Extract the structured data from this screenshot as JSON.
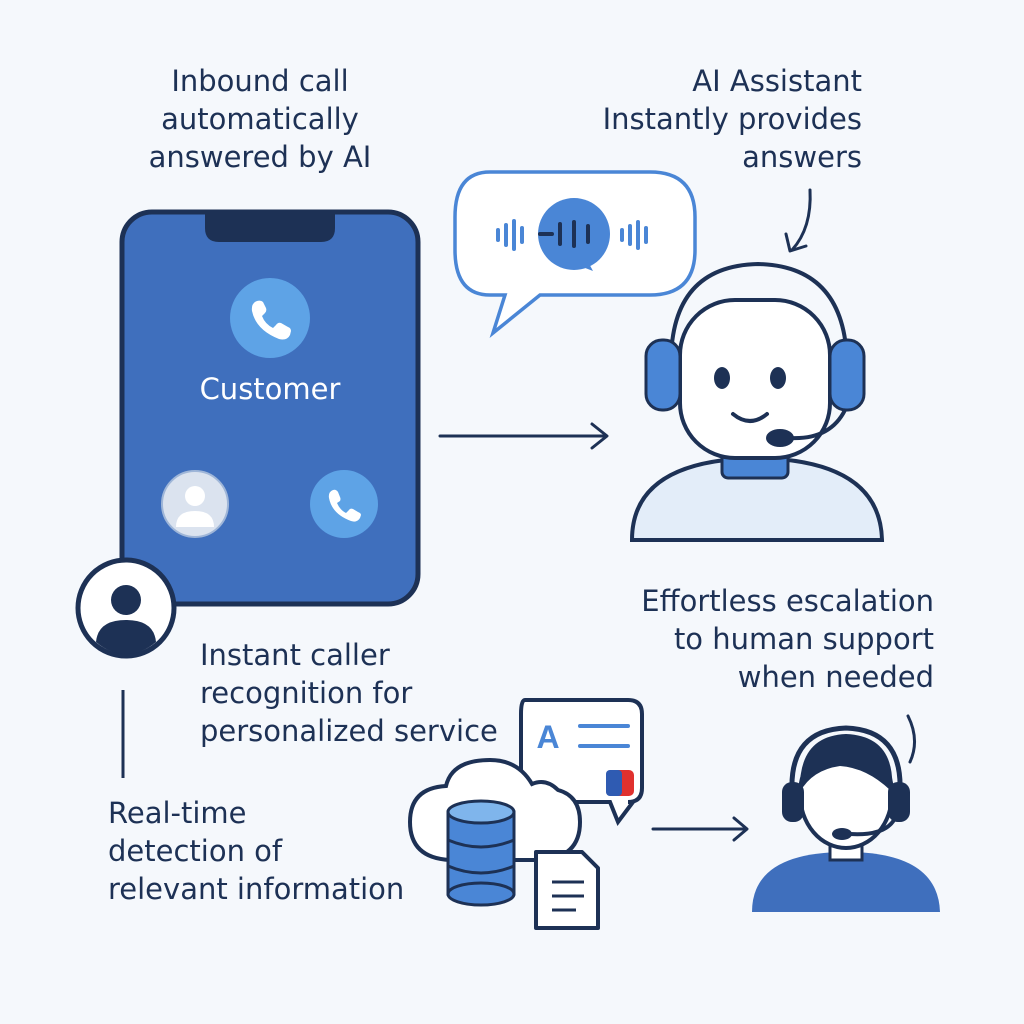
{
  "captions": {
    "inbound": [
      "Inbound call",
      "automatically",
      "answered by AI"
    ],
    "assistant": [
      "AI Assistant",
      "Instantly provides",
      "answers"
    ],
    "escalation": [
      "Effortless escalation",
      "to human support",
      "when needed"
    ],
    "recognition": [
      "Instant caller",
      "recognition for",
      "personalized service"
    ],
    "detection": [
      "Real-time",
      "detection of",
      "relevant information"
    ]
  },
  "phone": {
    "caller_label": "Customer"
  },
  "document": {
    "letter": "A"
  },
  "colors": {
    "background": "#f5f8fc",
    "navy": "#1d3155",
    "phone_blue": "#3f6fbd",
    "light_blue": "#5ea3e6",
    "bubble_blue": "#4a86d6",
    "pale_blue": "#e3edf9",
    "accent_red": "#e0312e"
  },
  "icons": [
    "phone-icon",
    "user-icon",
    "microphone-waveform-icon",
    "robot-agent-icon",
    "headset-icon",
    "cloud-icon",
    "database-icon",
    "document-icon",
    "chat-bubble-icon",
    "human-agent-icon",
    "arrow-right-icon"
  ]
}
